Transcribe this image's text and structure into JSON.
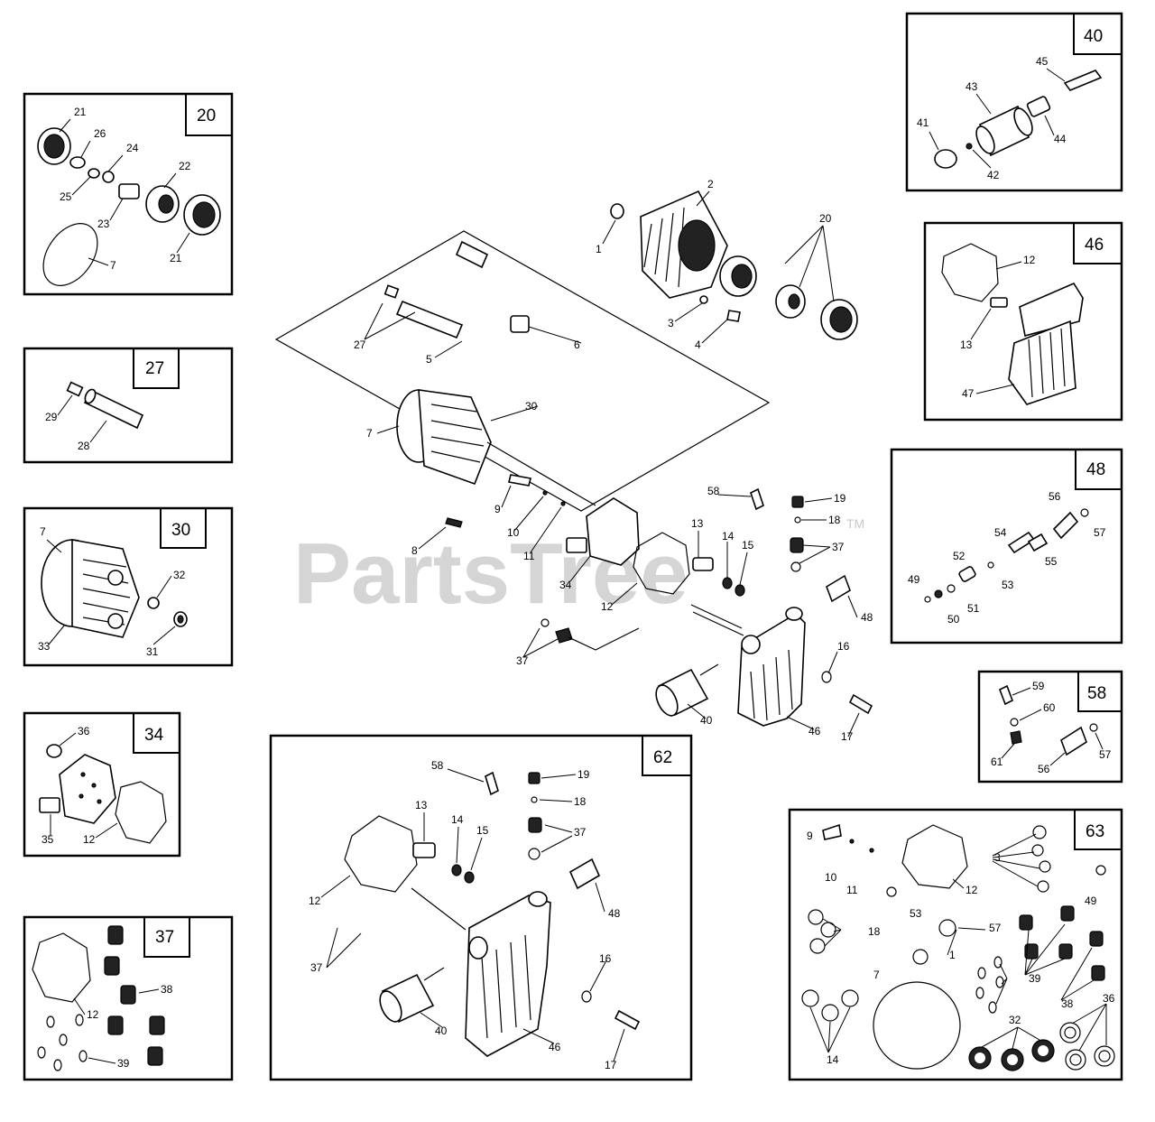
{
  "watermark": {
    "text": "PartsTree",
    "tm": "TM"
  },
  "insets": [
    {
      "id": "20",
      "labels": [
        "21",
        "26",
        "24",
        "25",
        "22",
        "23",
        "21",
        "7"
      ]
    },
    {
      "id": "27",
      "labels": [
        "29",
        "28"
      ]
    },
    {
      "id": "30",
      "labels": [
        "7",
        "32",
        "33",
        "31"
      ]
    },
    {
      "id": "34",
      "labels": [
        "36",
        "35",
        "12"
      ]
    },
    {
      "id": "37",
      "labels": [
        "12",
        "38",
        "39"
      ]
    },
    {
      "id": "40",
      "labels": [
        "45",
        "43",
        "44",
        "41",
        "42"
      ]
    },
    {
      "id": "46",
      "labels": [
        "12",
        "13",
        "47"
      ]
    },
    {
      "id": "48",
      "labels": [
        "56",
        "57",
        "54",
        "55",
        "52",
        "53",
        "49",
        "51",
        "50"
      ]
    },
    {
      "id": "58",
      "labels": [
        "59",
        "60",
        "61",
        "56",
        "57"
      ]
    },
    {
      "id": "62",
      "labels": [
        "58",
        "19",
        "18",
        "13",
        "14",
        "15",
        "37",
        "12",
        "48",
        "37",
        "16",
        "40",
        "46",
        "17"
      ]
    },
    {
      "id": "63",
      "labels": [
        "9",
        "10",
        "11",
        "12",
        "3",
        "49",
        "53",
        "57",
        "18",
        "1",
        "7",
        "39",
        "38",
        "14",
        "32",
        "36"
      ]
    }
  ],
  "main_labels": [
    "1",
    "2",
    "20",
    "3",
    "4",
    "27",
    "5",
    "6",
    "30",
    "7",
    "9",
    "10",
    "11",
    "8",
    "58",
    "19",
    "18",
    "37",
    "13",
    "14",
    "15",
    "34",
    "12",
    "48",
    "37",
    "16",
    "40",
    "46",
    "17"
  ]
}
